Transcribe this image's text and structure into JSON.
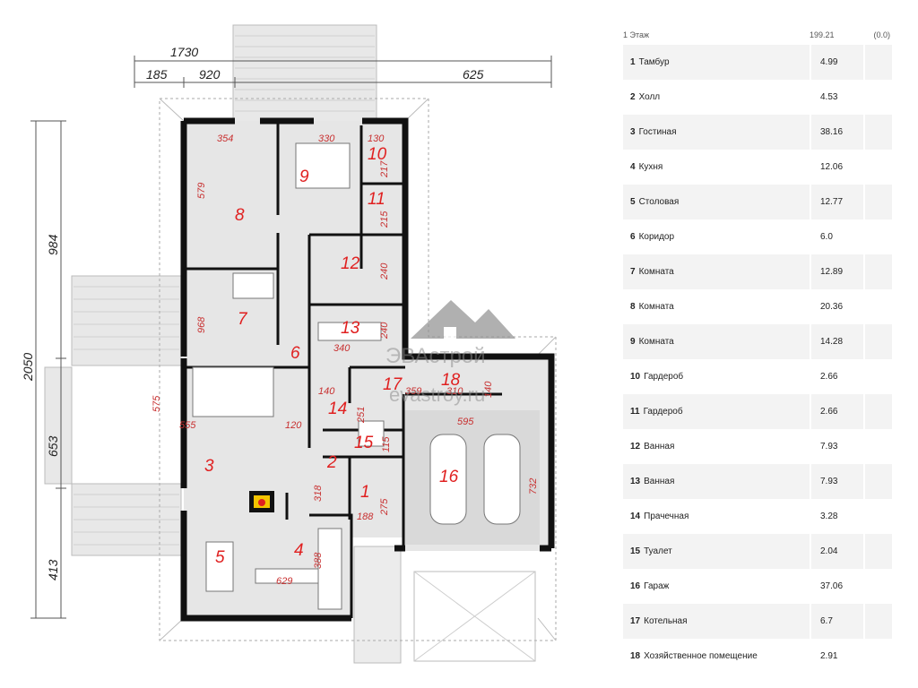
{
  "plan": {
    "dims": {
      "overall_width": "1730",
      "seg_left": "185",
      "seg_mid": "920",
      "seg_right": "625",
      "overall_height": "2050",
      "v_top": "984",
      "v_mid": "653",
      "v_bottom": "413"
    },
    "room_labels": [
      "1",
      "2",
      "3",
      "4",
      "5",
      "6",
      "7",
      "8",
      "9",
      "10",
      "11",
      "12",
      "13",
      "14",
      "15",
      "16",
      "17",
      "18"
    ],
    "interior_dims": [
      "354",
      "330",
      "130",
      "217",
      "579",
      "215",
      "240",
      "240",
      "340",
      "968",
      "575",
      "555",
      "120",
      "140",
      "251",
      "359",
      "310",
      "140",
      "595",
      "115",
      "318",
      "275",
      "188",
      "732",
      "388",
      "629"
    ],
    "watermark": {
      "brand": "ЭВАстрой",
      "site": "evastroy.ru"
    }
  },
  "schedule": {
    "floor_label": "1 Этаж",
    "floor_total": "199.21",
    "floor_extra": "(0.0)",
    "rooms": [
      {
        "num": "1",
        "name": "Тамбур",
        "area": "4.99"
      },
      {
        "num": "2",
        "name": "Холл",
        "area": "4.53"
      },
      {
        "num": "3",
        "name": "Гостиная",
        "area": "38.16"
      },
      {
        "num": "4",
        "name": "Кухня",
        "area": "12.06"
      },
      {
        "num": "5",
        "name": "Столовая",
        "area": "12.77"
      },
      {
        "num": "6",
        "name": "Коридор",
        "area": "6.0"
      },
      {
        "num": "7",
        "name": "Комната",
        "area": "12.89"
      },
      {
        "num": "8",
        "name": "Комната",
        "area": "20.36"
      },
      {
        "num": "9",
        "name": "Комната",
        "area": "14.28"
      },
      {
        "num": "10",
        "name": "Гардероб",
        "area": "2.66"
      },
      {
        "num": "11",
        "name": "Гардероб",
        "area": "2.66"
      },
      {
        "num": "12",
        "name": "Ванная",
        "area": "7.93"
      },
      {
        "num": "13",
        "name": "Ванная",
        "area": "7.93"
      },
      {
        "num": "14",
        "name": "Прачечная",
        "area": "3.28"
      },
      {
        "num": "15",
        "name": "Туалет",
        "area": "2.04"
      },
      {
        "num": "16",
        "name": "Гараж",
        "area": "37.06"
      },
      {
        "num": "17",
        "name": "Котельная",
        "area": "6.7"
      },
      {
        "num": "18",
        "name": "Хозяйственное помещение",
        "area": "2.91"
      }
    ]
  },
  "colors": {
    "wall": "#111111",
    "floor": "#e6e6e6",
    "room_number": "#e02020",
    "dimension": "#c83030",
    "stripe": "#f3f3f3"
  }
}
